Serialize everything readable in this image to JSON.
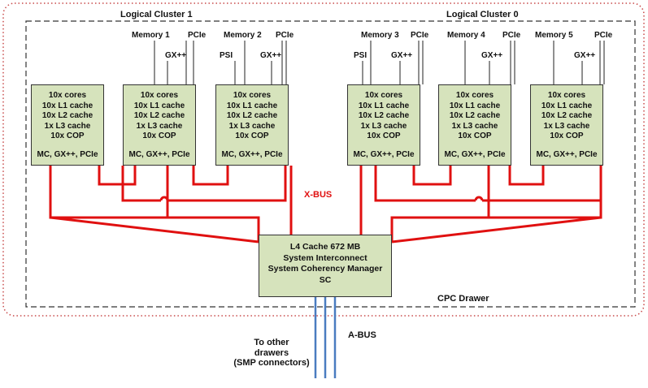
{
  "colors": {
    "chip_fill": "#d6e3bc",
    "xbus_red": "#e01010",
    "abus_blue": "#4a7cc0",
    "outer_dotted": "#c84a4a",
    "drawer_dashed": "#333333"
  },
  "clusters": {
    "left": "Logical Cluster 1",
    "right": "Logical Cluster 0"
  },
  "top_labels": {
    "memory1": "Memory 1",
    "pcie1": "PCIe",
    "memory2": "Memory 2",
    "pcie2": "PCIe",
    "gx1": "GX++",
    "psi1": "PSI",
    "gx2": "GX++",
    "memory3": "Memory 3",
    "pcie3": "PCIe",
    "memory4": "Memory 4",
    "pcie4": "PCIe",
    "memory5": "Memory 5",
    "pcie5": "PCIe",
    "psi2": "PSI",
    "gx3": "GX++",
    "gx4": "GX++",
    "gx5": "GX++"
  },
  "chip": {
    "cores": "10x cores",
    "l1": "10x L1 cache",
    "l2": "10x L2 cache",
    "l3": "1x L3 cache",
    "cop": "10x COP",
    "io": "MC, GX++, PCIe"
  },
  "xbus_label": "X-BUS",
  "sc": {
    "line1": "L4 Cache 672 MB",
    "line2": "System Interconnect",
    "line3": "System Coherency Manager",
    "line4": "SC"
  },
  "drawer_label": "CPC Drawer",
  "abus_label": "A-BUS",
  "other_drawers": {
    "line1": "To other",
    "line2": "drawers",
    "line3": "(SMP connectors)"
  }
}
